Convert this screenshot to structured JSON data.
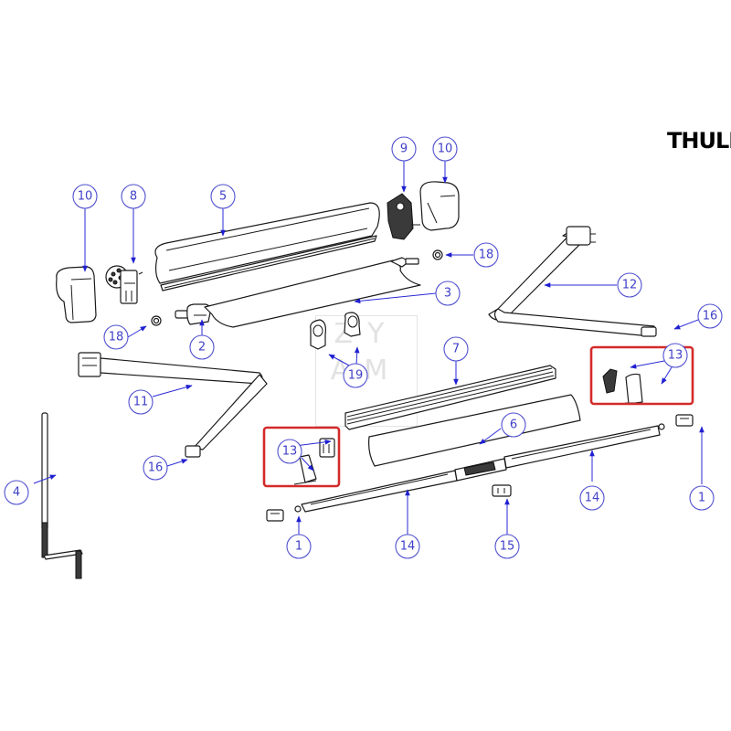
{
  "brand": {
    "logo_text": "THULE"
  },
  "watermark": {
    "line1": "ZY",
    "line2": "AM"
  },
  "colors": {
    "callout_stroke": "#5050d0",
    "callout_text": "#4040c8",
    "leader": "#2a2ad6",
    "highlight_box": "#d42a2a",
    "part_stroke": "#1a1a1a",
    "background": "#ffffff"
  },
  "callouts": [
    {
      "id": "c10a",
      "label": "10",
      "part": "end cap (left)"
    },
    {
      "id": "c8",
      "label": "8",
      "part": "drive mechanism"
    },
    {
      "id": "c5",
      "label": "5",
      "part": "cassette housing"
    },
    {
      "id": "c9",
      "label": "9",
      "part": "end bracket (right)"
    },
    {
      "id": "c10b",
      "label": "10",
      "part": "end cap (right)"
    },
    {
      "id": "c18a",
      "label": "18",
      "part": "bushing (right)"
    },
    {
      "id": "c3",
      "label": "3",
      "part": "fabric"
    },
    {
      "id": "c12",
      "label": "12",
      "part": "arm (right)"
    },
    {
      "id": "c18b",
      "label": "18",
      "part": "bushing (left)"
    },
    {
      "id": "c2",
      "label": "2",
      "part": "roller tube"
    },
    {
      "id": "c16a",
      "label": "16",
      "part": "arm end fitting (right)"
    },
    {
      "id": "c19",
      "label": "19",
      "part": "clips"
    },
    {
      "id": "c7",
      "label": "7",
      "part": "front profile"
    },
    {
      "id": "c11",
      "label": "11",
      "part": "arm (left)"
    },
    {
      "id": "c13a",
      "label": "13",
      "part": "end cover set (right)"
    },
    {
      "id": "c6",
      "label": "6",
      "part": "front cover"
    },
    {
      "id": "c13b",
      "label": "13",
      "part": "end cover set (left)"
    },
    {
      "id": "c16b",
      "label": "16",
      "part": "arm end fitting (left)"
    },
    {
      "id": "c4",
      "label": "4",
      "part": "crank handle"
    },
    {
      "id": "c14a",
      "label": "14",
      "part": "lead bar (right)"
    },
    {
      "id": "c1a",
      "label": "1",
      "part": "end slider (right)"
    },
    {
      "id": "c1b",
      "label": "1",
      "part": "end slider (left)"
    },
    {
      "id": "c14b",
      "label": "14",
      "part": "lead bar (left)"
    },
    {
      "id": "c15",
      "label": "15",
      "part": "center connector"
    }
  ]
}
